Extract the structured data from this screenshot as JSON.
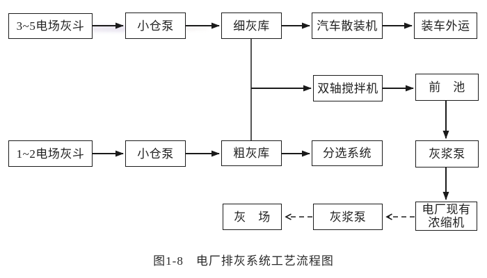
{
  "figure": {
    "caption": "图1-8　电厂排灰系统工艺流程图",
    "nodes": [
      {
        "label": "3~5电场灰斗"
      },
      {
        "label": "小仓泵"
      },
      {
        "label": "细灰库"
      },
      {
        "label": "汽车散装机"
      },
      {
        "label": "装车外运"
      },
      {
        "label": "双轴搅拌机"
      },
      {
        "label": "前　池"
      },
      {
        "label": "1~2电场灰斗"
      },
      {
        "label": "小仓泵"
      },
      {
        "label": "粗灰库"
      },
      {
        "label": "分选系统"
      },
      {
        "label": "灰浆泵"
      },
      {
        "label": "灰　场"
      },
      {
        "label": "灰浆泵"
      },
      {
        "label": "电厂现有\n浓缩机"
      }
    ],
    "edges": [
      {
        "from": "3~5电场灰斗",
        "to": "小仓泵",
        "style": "solid"
      },
      {
        "from": "小仓泵",
        "to": "细灰库",
        "style": "solid"
      },
      {
        "from": "细灰库",
        "to": "汽车散装机",
        "style": "solid"
      },
      {
        "from": "汽车散装机",
        "to": "装车外运",
        "style": "solid"
      },
      {
        "from": "细灰库",
        "to": "粗灰库",
        "style": "plain-line"
      },
      {
        "from": "细灰库/粗灰库连线",
        "to": "双轴搅拌机",
        "style": "solid"
      },
      {
        "from": "双轴搅拌机",
        "to": "前　池",
        "style": "solid"
      },
      {
        "from": "前　池",
        "to": "灰浆泵",
        "style": "solid"
      },
      {
        "from": "灰浆泵",
        "to": "电厂现有浓缩机",
        "style": "solid"
      },
      {
        "from": "1~2电场灰斗",
        "to": "小仓泵",
        "style": "solid"
      },
      {
        "from": "小仓泵",
        "to": "粗灰库",
        "style": "solid"
      },
      {
        "from": "粗灰库",
        "to": "分选系统",
        "style": "solid"
      },
      {
        "from": "电厂现有浓缩机",
        "to": "灰浆泵",
        "style": "dashed"
      },
      {
        "from": "灰浆泵",
        "to": "灰　场",
        "style": "dashed"
      }
    ],
    "colors": {
      "background": "#ffffff",
      "line": "#1a1a1a",
      "box_border": "#1a1a1a",
      "text": "#1f1f1f"
    }
  }
}
